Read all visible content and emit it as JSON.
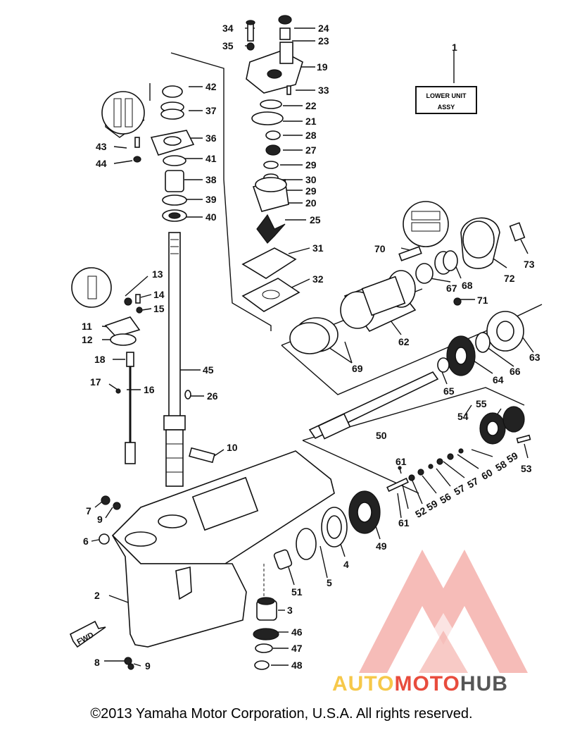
{
  "diagram": {
    "assembly_label_line1": "LOWER UNIT",
    "assembly_label_line2": "ASSY",
    "callouts": [
      {
        "id": "c1",
        "text": "1"
      },
      {
        "id": "c2",
        "text": "2"
      },
      {
        "id": "c3",
        "text": "3"
      },
      {
        "id": "c4",
        "text": "4"
      },
      {
        "id": "c5",
        "text": "5"
      },
      {
        "id": "c6",
        "text": "6"
      },
      {
        "id": "c7",
        "text": "7"
      },
      {
        "id": "c8",
        "text": "8"
      },
      {
        "id": "c9a",
        "text": "9"
      },
      {
        "id": "c9b",
        "text": "9"
      },
      {
        "id": "c10",
        "text": "10"
      },
      {
        "id": "c11",
        "text": "11"
      },
      {
        "id": "c12",
        "text": "12"
      },
      {
        "id": "c13",
        "text": "13"
      },
      {
        "id": "c14",
        "text": "14"
      },
      {
        "id": "c15",
        "text": "15"
      },
      {
        "id": "c16",
        "text": "16"
      },
      {
        "id": "c17",
        "text": "17"
      },
      {
        "id": "c18",
        "text": "18"
      },
      {
        "id": "c19",
        "text": "19"
      },
      {
        "id": "c20",
        "text": "20"
      },
      {
        "id": "c21",
        "text": "21"
      },
      {
        "id": "c22",
        "text": "22"
      },
      {
        "id": "c23",
        "text": "23"
      },
      {
        "id": "c24",
        "text": "24"
      },
      {
        "id": "c25",
        "text": "25"
      },
      {
        "id": "c26",
        "text": "26"
      },
      {
        "id": "c27",
        "text": "27"
      },
      {
        "id": "c28",
        "text": "28"
      },
      {
        "id": "c29a",
        "text": "29"
      },
      {
        "id": "c29b",
        "text": "29"
      },
      {
        "id": "c30",
        "text": "30"
      },
      {
        "id": "c31",
        "text": "31"
      },
      {
        "id": "c32",
        "text": "32"
      },
      {
        "id": "c33",
        "text": "33"
      },
      {
        "id": "c34",
        "text": "34"
      },
      {
        "id": "c35",
        "text": "35"
      },
      {
        "id": "c36",
        "text": "36"
      },
      {
        "id": "c37",
        "text": "37"
      },
      {
        "id": "c38",
        "text": "38"
      },
      {
        "id": "c39",
        "text": "39"
      },
      {
        "id": "c40",
        "text": "40"
      },
      {
        "id": "c41",
        "text": "41"
      },
      {
        "id": "c42",
        "text": "42"
      },
      {
        "id": "c43",
        "text": "43"
      },
      {
        "id": "c44",
        "text": "44"
      },
      {
        "id": "c45",
        "text": "45"
      },
      {
        "id": "c46",
        "text": "46"
      },
      {
        "id": "c47",
        "text": "47"
      },
      {
        "id": "c48",
        "text": "48"
      },
      {
        "id": "c49",
        "text": "49"
      },
      {
        "id": "c50",
        "text": "50"
      },
      {
        "id": "c51",
        "text": "51"
      },
      {
        "id": "c52",
        "text": "52"
      },
      {
        "id": "c53",
        "text": "53"
      },
      {
        "id": "c54",
        "text": "54"
      },
      {
        "id": "c55",
        "text": "55"
      },
      {
        "id": "c56",
        "text": "56"
      },
      {
        "id": "c57a",
        "text": "57"
      },
      {
        "id": "c57b",
        "text": "57"
      },
      {
        "id": "c58",
        "text": "58"
      },
      {
        "id": "c59a",
        "text": "59"
      },
      {
        "id": "c59b",
        "text": "59"
      },
      {
        "id": "c60",
        "text": "60"
      },
      {
        "id": "c61a",
        "text": "61"
      },
      {
        "id": "c61b",
        "text": "61"
      },
      {
        "id": "c62",
        "text": "62"
      },
      {
        "id": "c63",
        "text": "63"
      },
      {
        "id": "c64",
        "text": "64"
      },
      {
        "id": "c65",
        "text": "65"
      },
      {
        "id": "c66",
        "text": "66"
      },
      {
        "id": "c67",
        "text": "67"
      },
      {
        "id": "c68",
        "text": "68"
      },
      {
        "id": "c69",
        "text": "69"
      },
      {
        "id": "c70",
        "text": "70"
      },
      {
        "id": "c71",
        "text": "71"
      },
      {
        "id": "c72",
        "text": "72"
      },
      {
        "id": "c73",
        "text": "73"
      }
    ],
    "fwd_marker": "FWD"
  },
  "watermark": {
    "part1": "AUTO",
    "part2": "MOTO",
    "part3": "HUB",
    "color_auto": "#f6c84a",
    "color_moto": "#e84c3d",
    "color_hub": "#555555"
  },
  "footer": {
    "copyright": "©2013 Yamaha Motor Corporation, U.S.A. All rights reserved."
  }
}
